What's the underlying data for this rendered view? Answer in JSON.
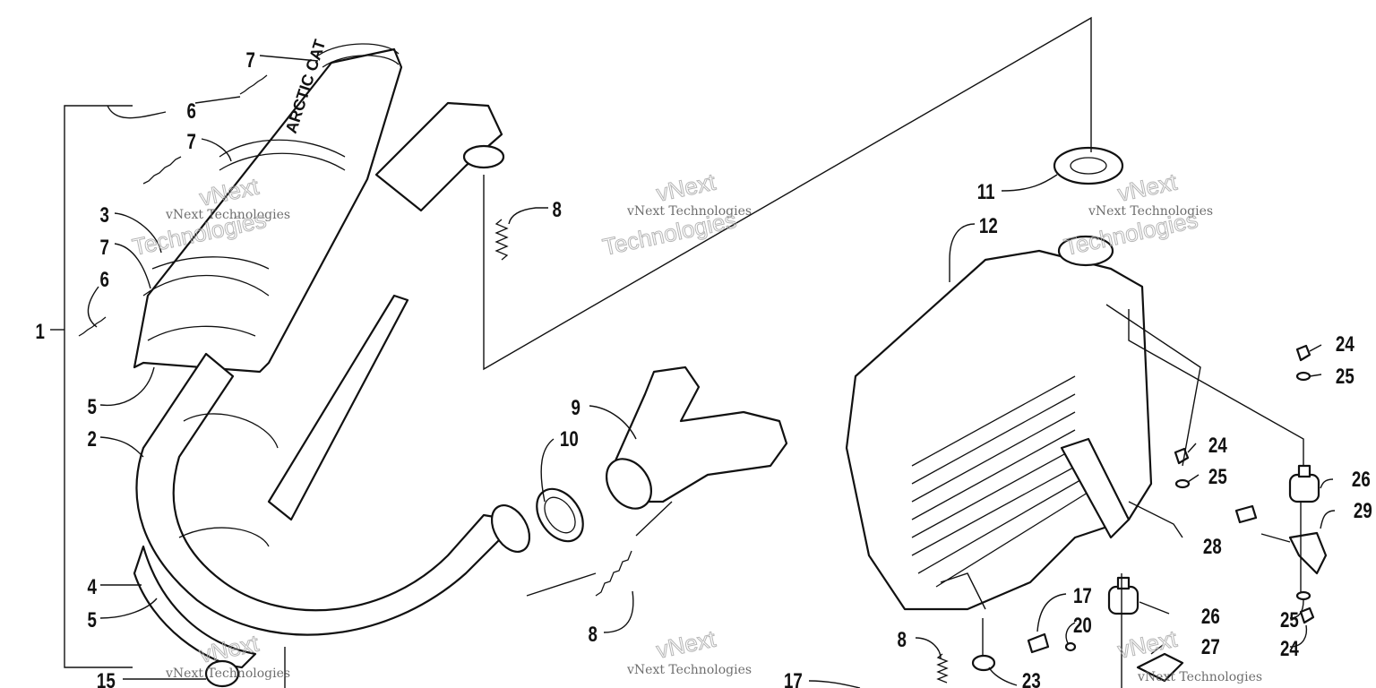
{
  "diagram": {
    "brand_text": "ARCTIC CAT",
    "watermark": {
      "line1": "vNext Technologies",
      "line2": "vNext",
      "line3": "Technologies"
    },
    "callouts": [
      {
        "id": "c1",
        "label": "1"
      },
      {
        "id": "c2",
        "label": "2"
      },
      {
        "id": "c3",
        "label": "3"
      },
      {
        "id": "c4",
        "label": "4"
      },
      {
        "id": "c5a",
        "label": "5"
      },
      {
        "id": "c5b",
        "label": "5"
      },
      {
        "id": "c6a",
        "label": "6"
      },
      {
        "id": "c6b",
        "label": "6"
      },
      {
        "id": "c7a",
        "label": "7"
      },
      {
        "id": "c7b",
        "label": "7"
      },
      {
        "id": "c7c",
        "label": "7"
      },
      {
        "id": "c8a",
        "label": "8"
      },
      {
        "id": "c8b",
        "label": "8"
      },
      {
        "id": "c8c",
        "label": "8"
      },
      {
        "id": "c9",
        "label": "9"
      },
      {
        "id": "c10",
        "label": "10"
      },
      {
        "id": "c11",
        "label": "11"
      },
      {
        "id": "c12",
        "label": "12"
      },
      {
        "id": "c15",
        "label": "15"
      },
      {
        "id": "c17a",
        "label": "17"
      },
      {
        "id": "c17b",
        "label": "17"
      },
      {
        "id": "c20",
        "label": "20"
      },
      {
        "id": "c23",
        "label": "23"
      },
      {
        "id": "c24a",
        "label": "24"
      },
      {
        "id": "c24b",
        "label": "24"
      },
      {
        "id": "c24c",
        "label": "24"
      },
      {
        "id": "c25a",
        "label": "25"
      },
      {
        "id": "c25b",
        "label": "25"
      },
      {
        "id": "c25c",
        "label": "25"
      },
      {
        "id": "c26a",
        "label": "26"
      },
      {
        "id": "c26b",
        "label": "26"
      },
      {
        "id": "c27",
        "label": "27"
      },
      {
        "id": "c28",
        "label": "28"
      },
      {
        "id": "c29",
        "label": "29"
      }
    ]
  }
}
